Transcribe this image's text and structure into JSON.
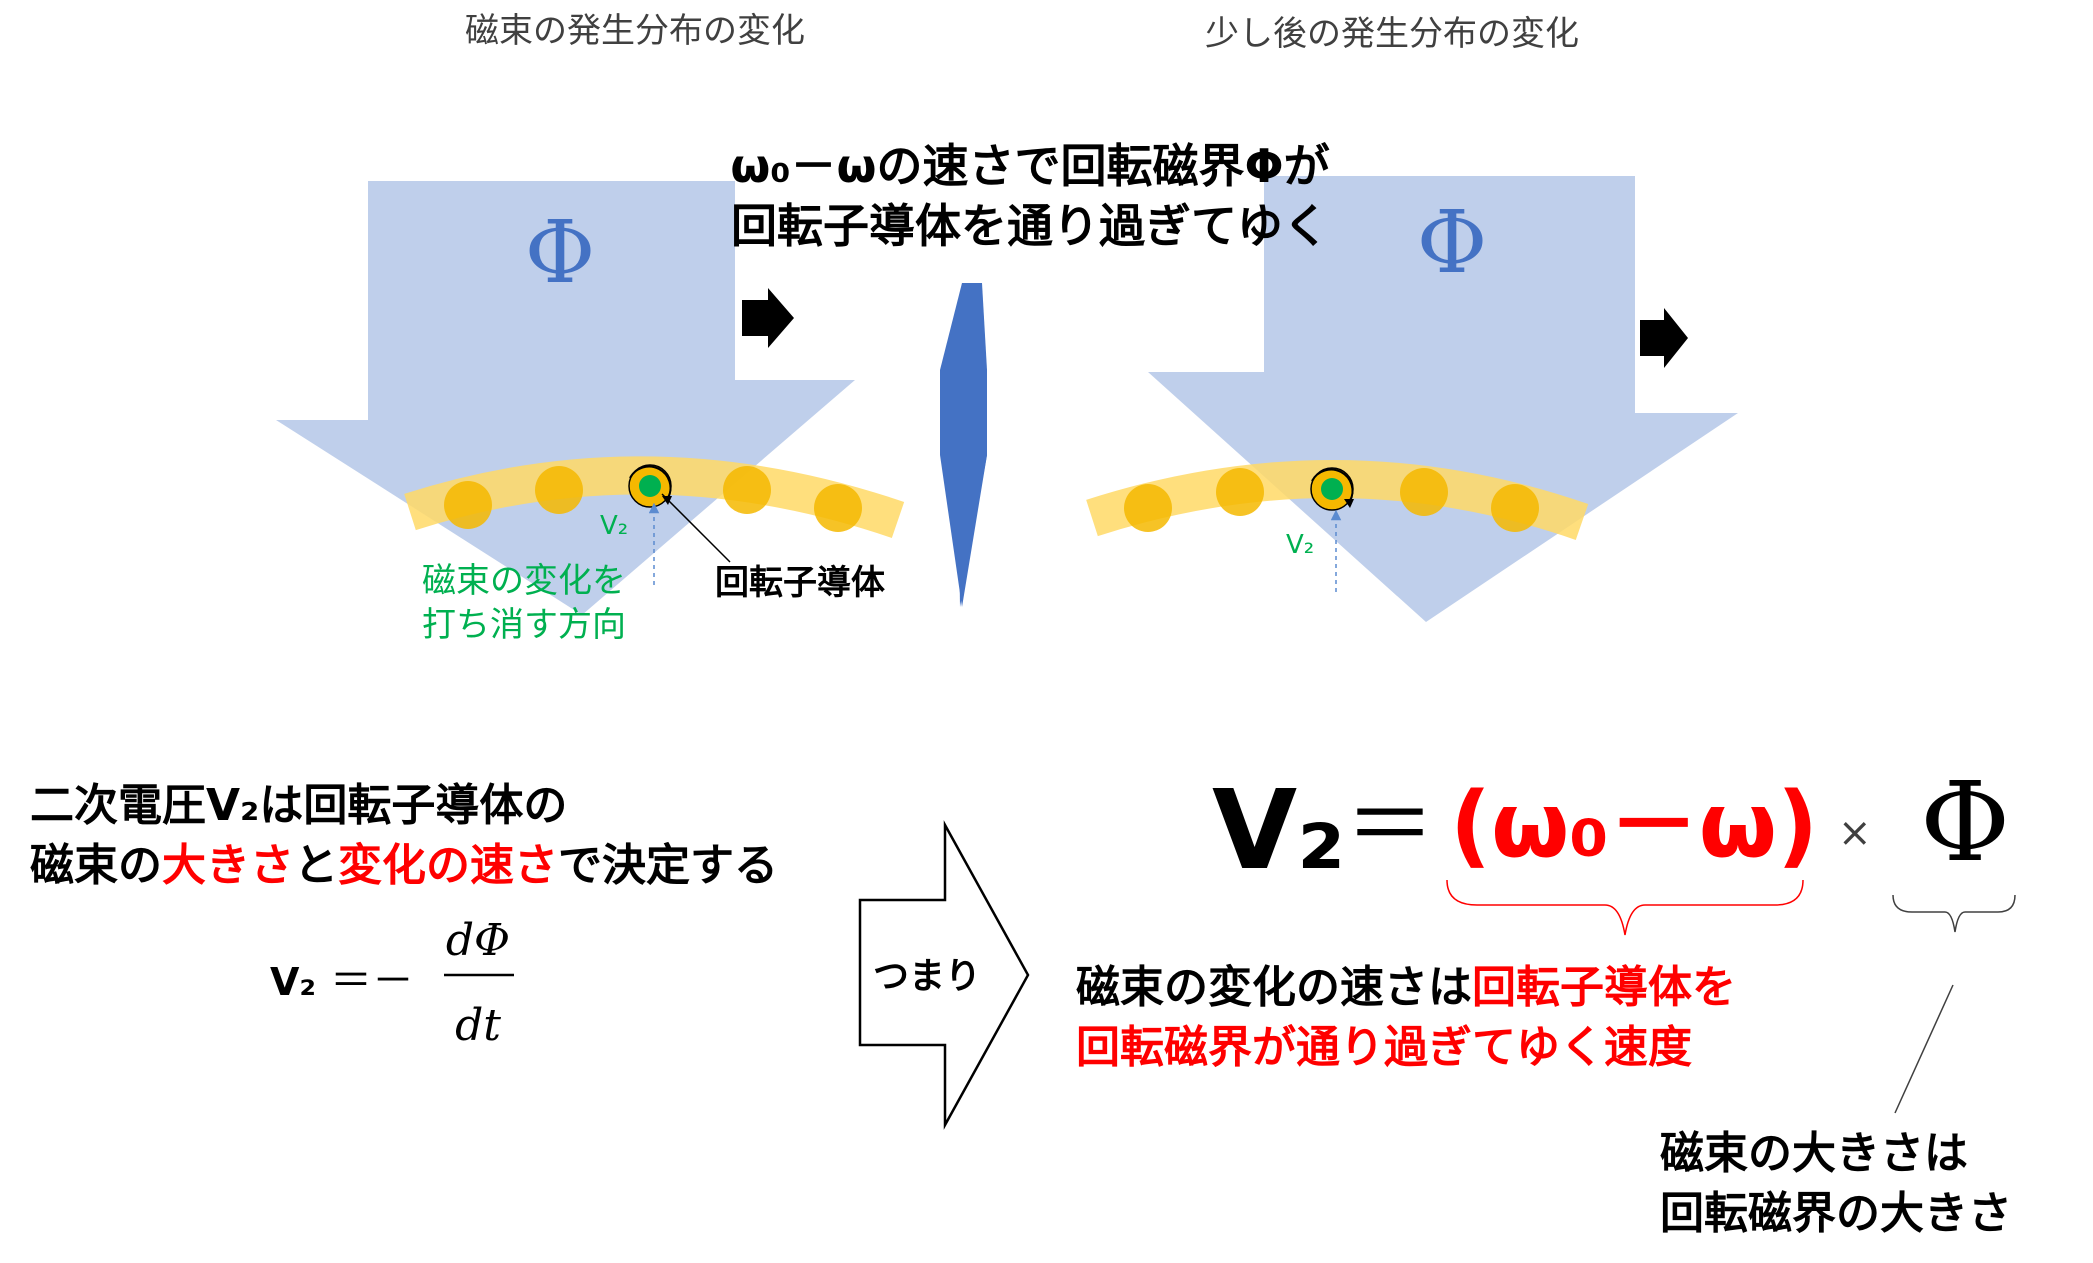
{
  "captions": {
    "left": "磁束の発生分布の変化",
    "right": "少し後の発生分布の変化"
  },
  "headline": {
    "line1": "ω₀－ωの速さで回転磁界Φが",
    "line2": "回転子導体を通り過ぎてゆく"
  },
  "phi_symbol": "Φ",
  "v2_label": "V₂",
  "direction_note": {
    "line1": "磁束の変化を",
    "line2": "打ち消す方向"
  },
  "rotor_conductor_label": "回転子導体",
  "statement": {
    "line1": "二次電圧V₂は回転子導体の",
    "line2_parts": [
      {
        "text": "磁束の",
        "color": "#000000"
      },
      {
        "text": "大きさ",
        "color": "#ff0000"
      },
      {
        "text": "と",
        "color": "#000000"
      },
      {
        "text": "変化の速さ",
        "color": "#ff0000"
      },
      {
        "text": "で決定する",
        "color": "#000000"
      }
    ]
  },
  "formula_derivative": {
    "lhs": "V₂",
    "eq": "＝－",
    "numerator": "dΦ",
    "denominator": "dt"
  },
  "tsumari": "つまり",
  "main_formula": {
    "lhs": "V₂",
    "eq": "＝",
    "slip_term": "(ω₀－ω)",
    "times": "×",
    "phi": "Φ"
  },
  "explanation_speed": {
    "line1_parts": [
      {
        "text": "磁束の変化の速さは",
        "color": "#000000"
      },
      {
        "text": "回転子導体を",
        "color": "#ff0000"
      }
    ],
    "line2": "回転磁界が通り過ぎてゆく速度"
  },
  "explanation_magnitude": {
    "line1": "磁束の大きさは",
    "line2": "回転磁界の大きさ"
  },
  "colors": {
    "flux_arrow": "#b4c7e7",
    "phi_blue": "#4472c4",
    "band": "#ffd966",
    "conductor": "#f5b800",
    "green": "#00b050",
    "red": "#ff0000",
    "transition_arrow": "#4472c4"
  }
}
